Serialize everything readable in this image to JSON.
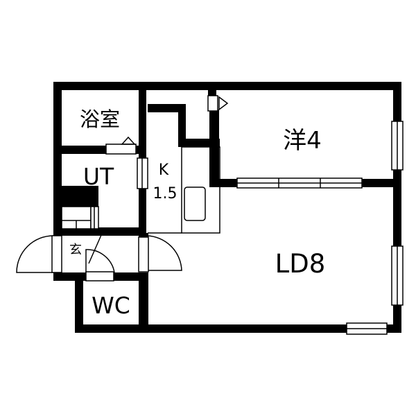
{
  "rooms": {
    "bath": "浴室",
    "utility": "UT",
    "kitchen_name": "K",
    "kitchen_size": "1.5",
    "bedroom": "洋4",
    "living": "LD8",
    "entrance": "玄",
    "toilet": "WC"
  },
  "colors": {
    "wall": "#000000",
    "background": "#ffffff"
  }
}
